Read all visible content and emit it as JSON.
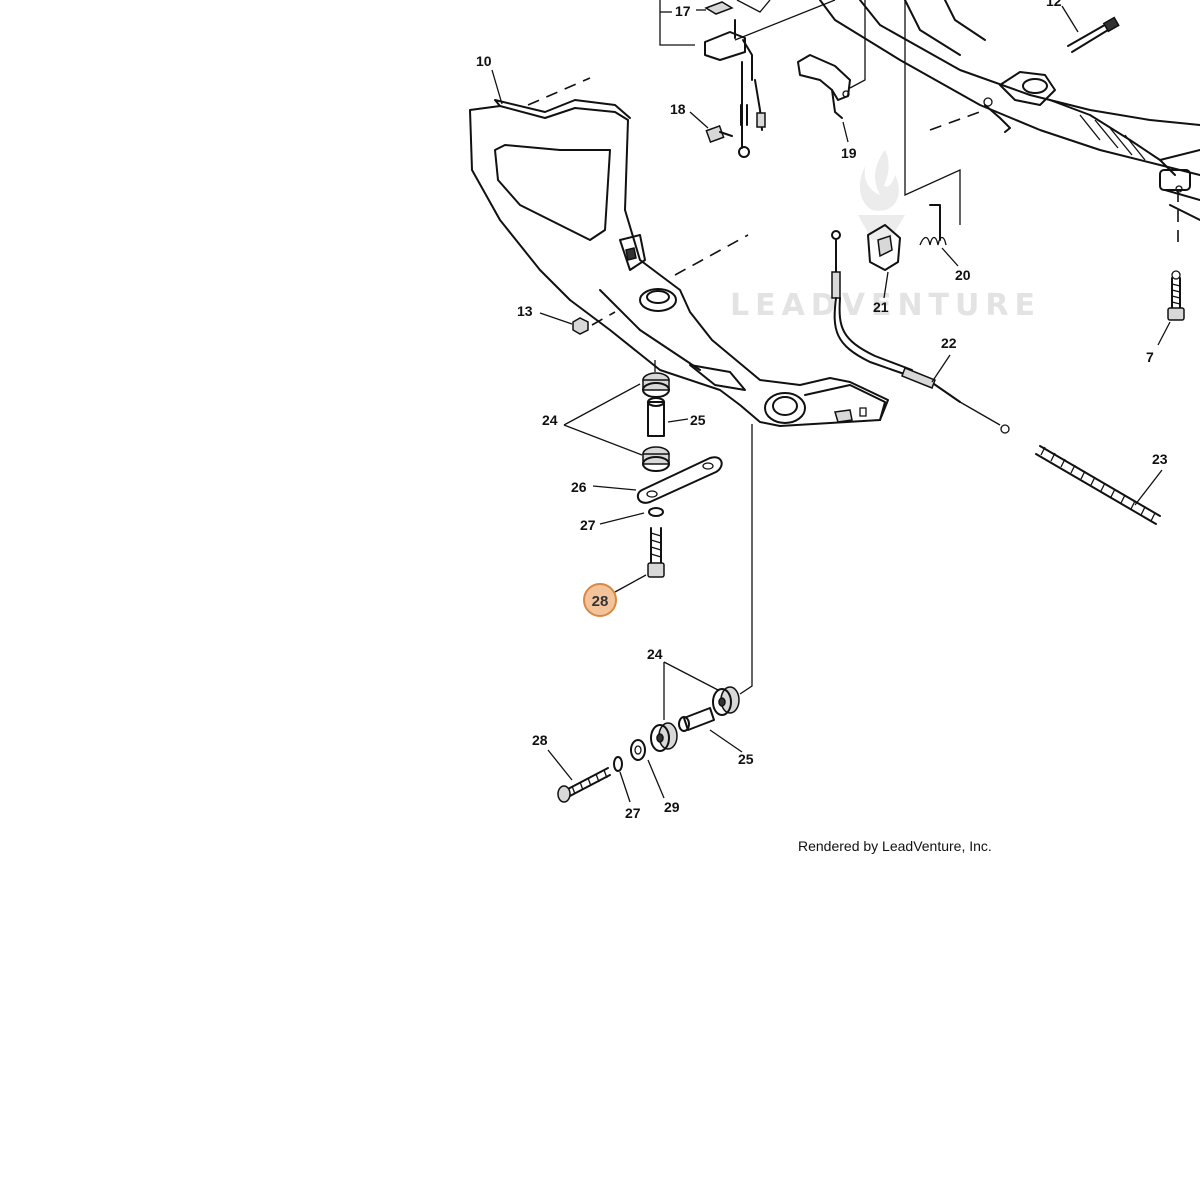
{
  "diagram": {
    "callouts": {
      "c17": "17",
      "c12": "12",
      "c10": "10",
      "c18": "18",
      "c19": "19",
      "c13": "13",
      "c20": "20",
      "c21": "21",
      "c7": "7",
      "c22": "22",
      "c24a": "24",
      "c25a": "25",
      "c26": "26",
      "c27a": "27",
      "c28a": "28",
      "c23": "23",
      "c24b": "24",
      "c25b": "25",
      "c28b": "28",
      "c27b": "27",
      "c29": "29"
    },
    "highlighted_callout": "28",
    "highlight_color": "#f3c49b",
    "watermark": "LEADVENTURE",
    "credit": "Rendered by LeadVenture, Inc."
  }
}
